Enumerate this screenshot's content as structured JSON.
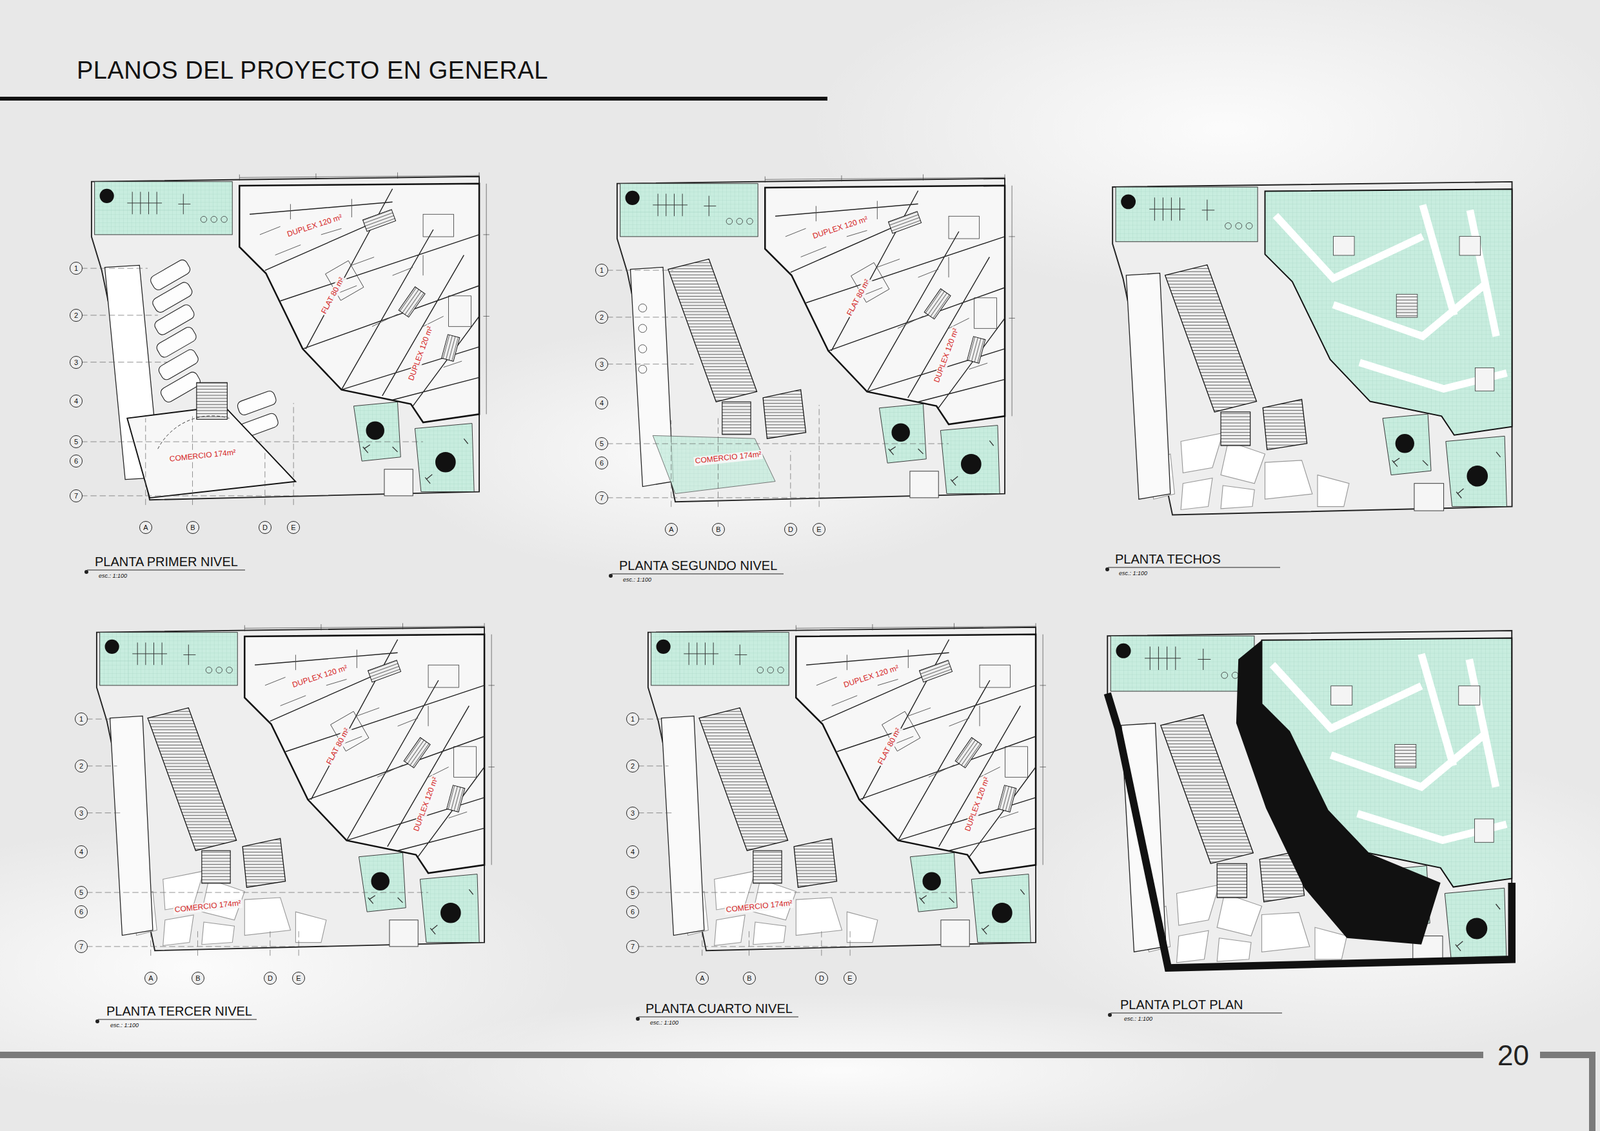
{
  "diagram": {
    "title": "PLANOS DEL PROYECTO EN GENERAL",
    "labels": [
      "PLANTA PRIMER NIVEL",
      "esc.: 1:100",
      "PLANTA SEGUNDO NIVEL",
      "esc.: 1:100",
      "PLANTA TECHOS",
      "esc.: 1:100",
      "PLANTA TERCER NIVEL",
      "esc.: 1:100",
      "PLANTA CUARTO NIVEL",
      "esc.: 1:100",
      "PLANTA PLOT PLAN",
      "esc.: 1:100",
      "20",
      "DUPLEX 120 m²",
      "FLAT 80 m²",
      "DUPLEX 120 m²",
      "COMERCIO 174m²",
      "DUPLEX 120 m²",
      "FLAT 80 m²",
      "DUPLEX 120 m²",
      "COMERCIO 174m²",
      "DUPLEX 120 m²",
      "FLAT 80 m²",
      "DUPLEX 120 m²",
      "COMERCIO 174m²",
      "DUPLEX 120 m²",
      "FLAT 80 m²",
      "DUPLEX 120 m²",
      "COMERCIO 174m²",
      "1",
      "2",
      "3",
      "4",
      "5",
      "6",
      "7",
      "A",
      "B",
      "D",
      "E",
      "1",
      "2",
      "3",
      "4",
      "5",
      "6",
      "7",
      "A",
      "B",
      "D",
      "E",
      "1",
      "2",
      "3",
      "4",
      "5",
      "6",
      "7",
      "A",
      "B",
      "D",
      "E",
      "1",
      "2",
      "3",
      "4",
      "5",
      "6",
      "7",
      "A",
      "B",
      "D",
      "E"
    ]
  }
}
